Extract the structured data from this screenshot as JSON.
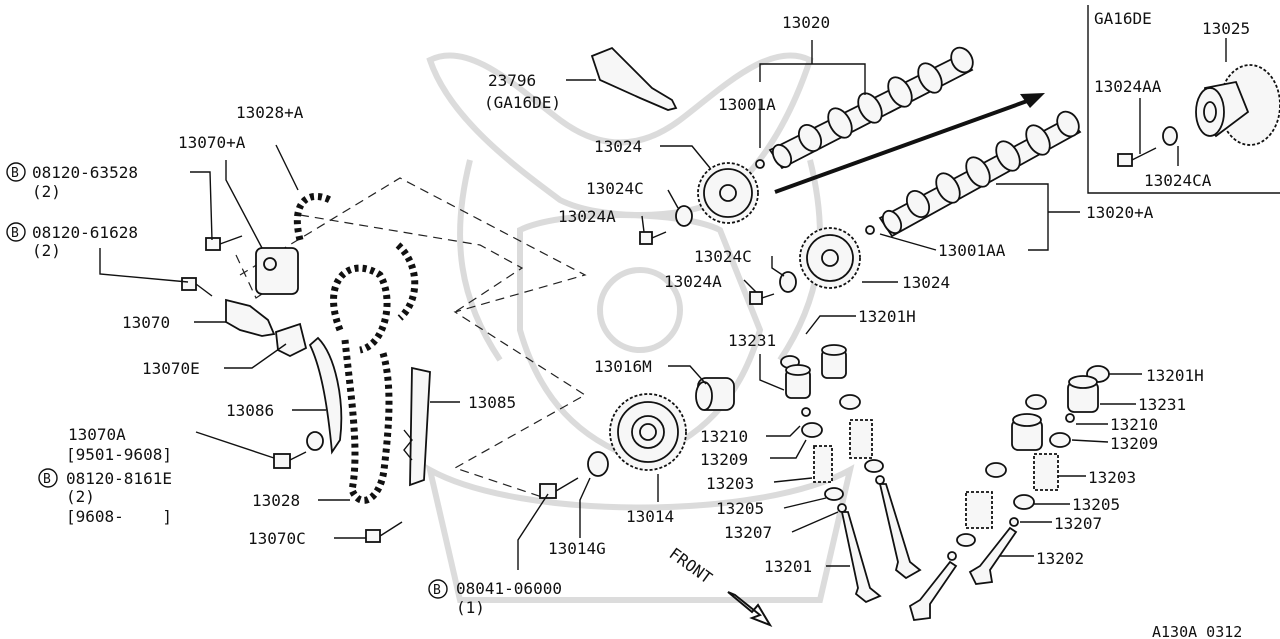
{
  "diagram": {
    "labels": {
      "p13020": "13020",
      "p23796": "23796",
      "p23796_sub": "(GA16DE)",
      "p13001A": "13001A",
      "p13028A": "13028+A",
      "p13070A_top": "13070+A",
      "b08120_63528": "08120-63528",
      "b08120_63528_qty": "(2)",
      "b08120_61628": "08120-61628",
      "b08120_61628_qty": "(2)",
      "p13070": "13070",
      "p13070E": "13070E",
      "p13086": "13086",
      "p13070A": "13070A",
      "p13070A_range": "[9501-9608]",
      "b08120_8161E": "08120-8161E",
      "b08120_8161E_qty": "(2)",
      "b08120_8161E_range": "[9608-    ]",
      "p13028": "13028",
      "p13070C": "13070C",
      "p13085": "13085",
      "p13024_left": "13024",
      "p13024C_left": "13024C",
      "p13024A_left": "13024A",
      "p13024C_right": "13024C",
      "p13024A_right": "13024A",
      "p13024_right": "13024",
      "p13020A": "13020+A",
      "p13001AA": "13001AA",
      "p13201H_top": "13201H",
      "p13231_left": "13231",
      "p13016M": "13016M",
      "p13210_left": "13210",
      "p13209_left": "13209",
      "p13203_left": "13203",
      "p13205_left": "13205",
      "p13207_left": "13207",
      "p13201": "13201",
      "p13014": "13014",
      "p13014G": "13014G",
      "b08041_06000": "08041-06000",
      "b08041_06000_qty": "(1)",
      "p13201H_right": "13201H",
      "p13231_right": "13231",
      "p13210_right": "13210",
      "p13209_right": "13209",
      "p13203_right": "13203",
      "p13205_right": "13205",
      "p13207_right": "13207",
      "p13202": "13202",
      "front": "FRONT",
      "diagram_code": "A130A 0312",
      "bolt_marker": "B"
    },
    "inset": {
      "title": "GA16DE",
      "p13025": "13025",
      "p13024AA": "13024AA",
      "p13024CA": "13024CA"
    }
  }
}
